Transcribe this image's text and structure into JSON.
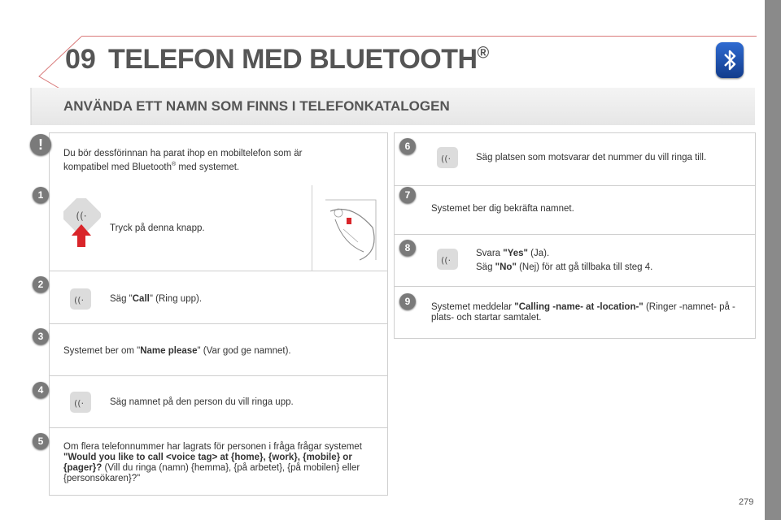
{
  "header": {
    "chapter": "09",
    "title": "TELEFON MED BLUETOOTH",
    "title_mark": "®",
    "section": "ANVÄNDA ETT NAMN SOM FINNS I TELEFONKATALOGEN"
  },
  "warning": {
    "text_a": "Du bör dessförinnan ha parat ihop en mobiltelefon som är kompatibel med Bluetooth",
    "mark": "®",
    "text_b": " med systemet."
  },
  "steps": {
    "s1": {
      "num": "1",
      "text": "Tryck på denna knapp."
    },
    "s2": {
      "num": "2",
      "a": "Säg \"",
      "bold": "Call",
      "b": "\" (Ring upp)."
    },
    "s3": {
      "num": "3",
      "a": "Systemet ber om \"",
      "bold": "Name please",
      "b": "\" (Var god ge namnet)."
    },
    "s4": {
      "num": "4",
      "text": "Säg namnet på den person du vill ringa upp."
    },
    "s5": {
      "num": "5",
      "a": "Om flera telefonnummer har lagrats för personen i fråga frågar systemet ",
      "bold": "\"Would you like to call <voice tag> at {home}, {work}, {mobile} or {pager}?",
      "b": " (Vill du ringa (namn) {hemma}, {på arbetet}, {på mobilen} eller {personsökaren}?\""
    },
    "s6": {
      "num": "6",
      "text": "Säg platsen som motsvarar det nummer du vill ringa till."
    },
    "s7": {
      "num": "7",
      "text": "Systemet ber dig bekräfta namnet."
    },
    "s8": {
      "num": "8",
      "a1": "Svara ",
      "b1": "\"Yes\"",
      "c1": " (Ja).",
      "a2": "Säg ",
      "b2": "\"No\"",
      "c2": " (Nej) för att gå tillbaka till steg 4."
    },
    "s9": {
      "num": "9",
      "a": "Systemet meddelar ",
      "bold": "\"Calling -name- at -location-\"",
      "b": " (Ringer -namnet- på -plats- och startar samtalet."
    }
  },
  "page_number": "279",
  "colors": {
    "step_badge": "#7a7a7a",
    "accent_red": "#d9252a",
    "bluetooth": "#1f56b8"
  },
  "icons": [
    "warning-icon",
    "voice-command-icon",
    "steering-wheel-diagram",
    "bluetooth-icon"
  ]
}
